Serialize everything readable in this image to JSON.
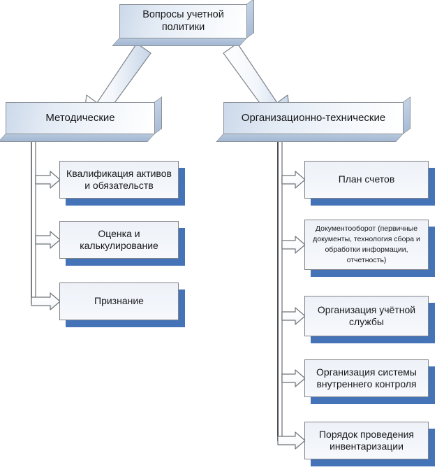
{
  "diagram": {
    "title": "Вопросы учетной политики",
    "root": {
      "id": "root",
      "label": "Вопросы учетной политики"
    },
    "branches": [
      {
        "id": "methodical",
        "label": "Методические",
        "children": [
          {
            "id": "l0",
            "label": "Квалификация активов и обязательств"
          },
          {
            "id": "l1",
            "label": "Оценка и калькулирование"
          },
          {
            "id": "l2",
            "label": "Признание"
          }
        ]
      },
      {
        "id": "organizational-technical",
        "label": "Организационно-технические",
        "children": [
          {
            "id": "r0",
            "label": "План счетов"
          },
          {
            "id": "r1",
            "label": "Документооборот (первичные документы, технология сбора и обработки информации, отчетность)"
          },
          {
            "id": "r2",
            "label": "Организация учётной службы"
          },
          {
            "id": "r3",
            "label": "Организация системы внутреннего контроля"
          },
          {
            "id": "r4",
            "label": "Порядок проведения инвентаризации"
          }
        ]
      }
    ],
    "connectors": {
      "big_arrow_left": "big-arrow-down-left",
      "big_arrow_right": "big-arrow-down-right",
      "trunk_left": "vertical-double-line-trunk",
      "trunk_right": "vertical-double-line-trunk",
      "leaf_arrow": "block-arrow-right"
    },
    "colors": {
      "box_fill_light": "#f2f6fb",
      "box_fill_gradient_dark": "#ccd9ea",
      "box_border": "#8a8f96",
      "leaf_shadow_blue": "#4573b8",
      "bevel_blue": "#a9bcd6",
      "arrow_outline": "#6f7478",
      "arrow_fill": "#ffffff",
      "trunk_line": "#5a5f66",
      "text": "#17181a",
      "background": "#ffffff"
    }
  }
}
